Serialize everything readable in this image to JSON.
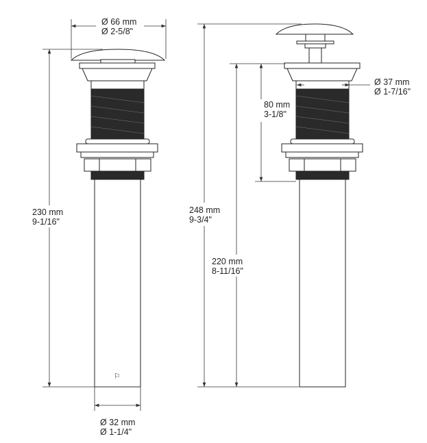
{
  "dimensions": {
    "cap_diameter": {
      "mm": "Ø 66 mm",
      "inch": "Ø 2-5/8\""
    },
    "total_height_closed": {
      "mm": "230 mm",
      "inch": "9-1/16\""
    },
    "tube_diameter": {
      "mm": "Ø 32 mm",
      "inch": "Ø 1-1/4\""
    },
    "total_height_open": {
      "mm": "248 mm",
      "inch": "9-3/4\""
    },
    "below_flange_length": {
      "mm": "220 mm",
      "inch": "8-11/16\""
    },
    "thread_length": {
      "mm": "80 mm",
      "inch": "3-1/8\""
    },
    "body_diameter": {
      "mm": "Ø 37 mm",
      "inch": "Ø 1-7/16\""
    }
  },
  "colors": {
    "line": "#222222",
    "thread": "#2a2a2a"
  }
}
